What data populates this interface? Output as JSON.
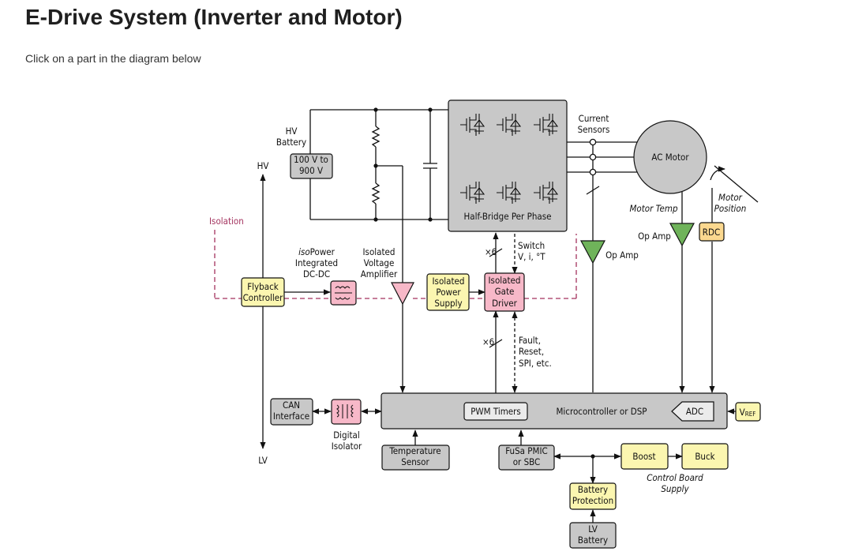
{
  "page": {
    "title": "E-Drive System (Inverter and Motor)",
    "subtitle": "Click on a part in the diagram below"
  },
  "colors": {
    "gray_block": "#c8c8c8",
    "yellow_block": "#fbf6b0",
    "pink_block": "#f7b8c8",
    "green_amp": "#6fb35a",
    "orange_block": "#fbd88f",
    "isolation_line": "#a3325e",
    "wire": "#111111"
  },
  "labels": {
    "hv_battery": [
      "HV",
      "Battery"
    ],
    "hv_battery_voltage": [
      "100 V to",
      "900 V"
    ],
    "hv": "HV",
    "lv": "LV",
    "isolation": "Isolation",
    "half_bridge": "Half-Bridge Per Phase",
    "current_sensors": [
      "Current",
      "Sensors"
    ],
    "ac_motor": "AC Motor",
    "motor_position": [
      "Motor",
      "Position"
    ],
    "motor_temp": "Motor Temp",
    "op_amp_temp": "Op Amp",
    "op_amp_current": "Op Amp",
    "rdc": "RDC",
    "flyback": [
      "Flyback",
      "Controller"
    ],
    "isopower": [
      "isoPower",
      "Integrated",
      "DC-DC"
    ],
    "isopower_prefix": "iso",
    "isopower_suffix": "Power",
    "isolated_voltage_amp": [
      "Isolated",
      "Voltage",
      "Amplifier"
    ],
    "isolated_power_supply": [
      "Isolated",
      "Power",
      "Supply"
    ],
    "isolated_gate_driver": [
      "Isolated",
      "Gate",
      "Driver"
    ],
    "x6_top": "×6",
    "x6_bottom": "×6",
    "switch_signals": [
      "Switch",
      "V, i, °T"
    ],
    "fault_signals": [
      "Fault,",
      "Reset,",
      "SPI, etc."
    ],
    "can_interface": [
      "CAN",
      "Interface"
    ],
    "digital_isolator": [
      "Digital",
      "Isolator"
    ],
    "pwm_timers": "PWM Timers",
    "microcontroller": "Microcontroller or DSP",
    "adc": "ADC",
    "vref_main": "V",
    "vref_sub": "REF",
    "temperature_sensor": [
      "Temperature",
      "Sensor"
    ],
    "fusa_pmic": [
      "FuSa PMIC",
      "or SBC"
    ],
    "boost": "Boost",
    "buck": "Buck",
    "control_board_supply": [
      "Control Board",
      "Supply"
    ],
    "battery_protection": [
      "Battery",
      "Protection"
    ],
    "lv_battery": [
      "LV",
      "Battery"
    ]
  }
}
